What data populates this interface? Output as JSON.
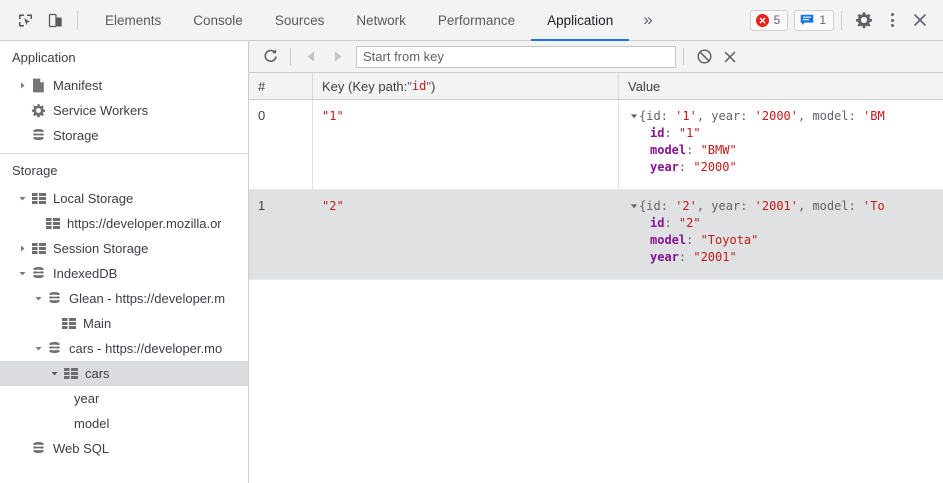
{
  "topbar": {
    "inspect_icon": "inspect-element-icon",
    "device_icon": "device-toolbar-icon",
    "tabs": [
      {
        "label": "Elements",
        "active": false
      },
      {
        "label": "Console",
        "active": false
      },
      {
        "label": "Sources",
        "active": false
      },
      {
        "label": "Network",
        "active": false
      },
      {
        "label": "Performance",
        "active": false
      },
      {
        "label": "Application",
        "active": true
      }
    ],
    "more_tabs_label": "»",
    "error_count": "5",
    "message_count": "1",
    "settings_icon": "gear-icon",
    "menu_icon": "kebab-menu-icon",
    "close_icon": "close-icon",
    "accent_color": "#1a73e8",
    "error_color": "#e62117",
    "message_color": "#1a73e8"
  },
  "sidebar": {
    "section1_title": "Application",
    "section1_items": [
      {
        "label": "Manifest",
        "icon": "document-icon",
        "twisty": "collapsed",
        "indent": 1,
        "selected": false
      },
      {
        "label": "Service Workers",
        "icon": "gear-icon",
        "twisty": "none",
        "indent": 1,
        "selected": false
      },
      {
        "label": "Storage",
        "icon": "database-icon",
        "twisty": "none",
        "indent": 1,
        "selected": false
      }
    ],
    "section2_title": "Storage",
    "section2_items": [
      {
        "label": "Local Storage",
        "icon": "table-icon",
        "twisty": "expanded",
        "indent": 1,
        "selected": false
      },
      {
        "label": "https://developer.mozilla.or",
        "icon": "table-icon",
        "twisty": "none",
        "indent": 2,
        "selected": false
      },
      {
        "label": "Session Storage",
        "icon": "table-icon",
        "twisty": "collapsed",
        "indent": 1,
        "selected": false
      },
      {
        "label": "IndexedDB",
        "icon": "database-icon",
        "twisty": "expanded",
        "indent": 1,
        "selected": false
      },
      {
        "label": "Glean - https://developer.m",
        "icon": "database-icon",
        "twisty": "expanded",
        "indent": 2,
        "selected": false
      },
      {
        "label": "Main",
        "icon": "table-icon",
        "twisty": "none",
        "indent": 3,
        "selected": false
      },
      {
        "label": "cars - https://developer.mo",
        "icon": "database-icon",
        "twisty": "expanded",
        "indent": 2,
        "selected": false
      },
      {
        "label": "cars",
        "icon": "table-icon",
        "twisty": "expanded",
        "indent": 3,
        "selected": true
      },
      {
        "label": "year",
        "icon": "none",
        "twisty": "none",
        "indent": 4,
        "selected": false
      },
      {
        "label": "model",
        "icon": "none",
        "twisty": "none",
        "indent": 4,
        "selected": false
      },
      {
        "label": "Web SQL",
        "icon": "database-icon",
        "twisty": "none",
        "indent": 1,
        "selected": false
      }
    ]
  },
  "main_toolbar": {
    "refresh_icon": "refresh-icon",
    "prev_icon": "previous-page-icon",
    "next_icon": "next-page-icon",
    "start_from_key_placeholder": "Start from key",
    "start_from_key_value": "",
    "clear_icon": "clear-object-store-icon",
    "delete_icon": "delete-selected-icon"
  },
  "grid": {
    "columns": [
      {
        "id": "index",
        "label": "#"
      },
      {
        "id": "key",
        "label_prefix": "Key (Key path: ",
        "label_quoted": "id",
        "label_suffix": ")"
      },
      {
        "id": "value",
        "label": "Value"
      }
    ],
    "rows": [
      {
        "index": "0",
        "key": "\"1\"",
        "selected": false,
        "value_preview": {
          "open": "{",
          "entries": [
            {
              "name": "id",
              "value": "'1'"
            },
            {
              "name": "year",
              "value": "'2000'"
            },
            {
              "name": "model",
              "value": "'BM"
            }
          ]
        },
        "value_props": [
          {
            "name": "id",
            "value": "\"1\""
          },
          {
            "name": "model",
            "value": "\"BMW\""
          },
          {
            "name": "year",
            "value": "\"2000\""
          }
        ]
      },
      {
        "index": "1",
        "key": "\"2\"",
        "selected": true,
        "value_preview": {
          "open": "{",
          "entries": [
            {
              "name": "id",
              "value": "'2'"
            },
            {
              "name": "year",
              "value": "'2001'"
            },
            {
              "name": "model",
              "value": "'To"
            }
          ]
        },
        "value_props": [
          {
            "name": "id",
            "value": "\"2\""
          },
          {
            "name": "model",
            "value": "\"Toyota\""
          },
          {
            "name": "year",
            "value": "\"2001\""
          }
        ]
      }
    ]
  },
  "colors": {
    "string": "#c41a16",
    "property": "#881391",
    "punctuation": "#606367",
    "selection": "#dadce0",
    "chrome_bg": "#f3f3f3"
  }
}
